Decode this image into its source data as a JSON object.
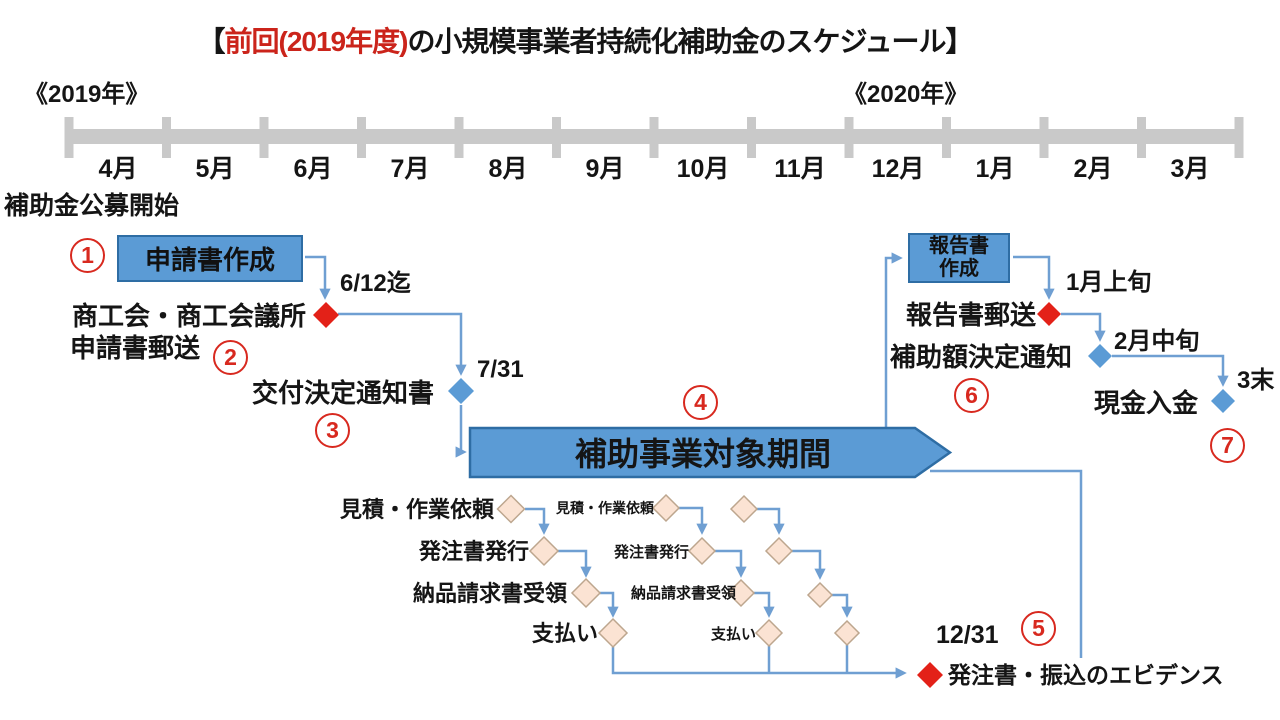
{
  "title": {
    "open": "【",
    "highlight": "前回(2019年度)",
    "rest": "の小規模事業者持続化補助金のスケジュール】"
  },
  "timeline": {
    "year_left": "《2019年》",
    "year_right": "《2020年》",
    "months": [
      "4月",
      "5月",
      "6月",
      "7月",
      "8月",
      "9月",
      "10月",
      "11月",
      "12月",
      "1月",
      "2月",
      "3月"
    ]
  },
  "flow": {
    "start_label": "補助金公募開始",
    "step1_num": "1",
    "step1_box": "申請書作成",
    "step1_date": "6/12迄",
    "step2_num": "2",
    "step2_line1": "商工会・商工会議所",
    "step2_line2": "申請書郵送",
    "step3_num": "3",
    "step3_label": "交付決定通知書",
    "step3_date": "7/31",
    "step4_num": "4",
    "step4_banner": "補助事業対象期間",
    "step5_num": "5",
    "step5_date": "12/31",
    "step5_label": "発注書・振込のエビデンス",
    "step6_num": "6",
    "step6_box_line1": "報告書",
    "step6_box_line2": "作成",
    "step6_mail_label": "報告書郵送",
    "step6_mail_date": "1月上旬",
    "step6_notice_label": "補助額決定通知",
    "step6_notice_date": "2月中旬",
    "step7_num": "7",
    "step7_label": "現金入金",
    "step7_date": "3末"
  },
  "subflow": {
    "chain1_step1": "見積・作業依頼",
    "chain1_step2": "発注書発行",
    "chain1_step3": "納品請求書受領",
    "chain1_step4": "支払い",
    "chain2_step1": "見積・作業依頼",
    "chain2_step2": "発注書発行",
    "chain2_step3": "納品請求書受領",
    "chain2_step4": "支払い"
  },
  "colors": {
    "accent_red": "#cb241b",
    "milestone_red": "#e32118",
    "shape_blue": "#5b9bd5",
    "shape_blue_border": "#2e6da4",
    "connector_blue": "#6f9fd2",
    "task_peach": "#fbe3d3",
    "task_peach_border": "#bda68e",
    "timeline_gray": "#c9c9c9"
  }
}
